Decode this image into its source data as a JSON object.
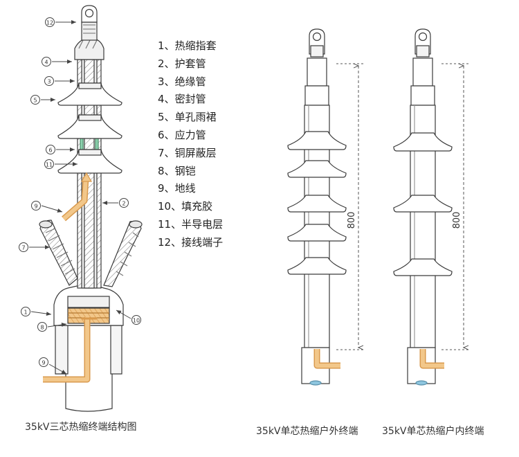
{
  "callout_numbers": [
    "12",
    "4",
    "3",
    "5",
    "6",
    "11",
    "9",
    "2",
    "7",
    "1",
    "8",
    "10",
    "9"
  ],
  "legend": [
    {
      "num": "1",
      "sep": "、",
      "label": "热缩指套"
    },
    {
      "num": "2",
      "sep": "、",
      "label": "护套管"
    },
    {
      "num": "3",
      "sep": "、",
      "label": "绝缘管"
    },
    {
      "num": "4",
      "sep": "、",
      "label": "密封管"
    },
    {
      "num": "5",
      "sep": "、",
      "label": "单孔雨裙"
    },
    {
      "num": "6",
      "sep": "、",
      "label": "应力管"
    },
    {
      "num": "7",
      "sep": "、",
      "label": "铜屏蔽层"
    },
    {
      "num": "8",
      "sep": "、",
      "label": "钢铠"
    },
    {
      "num": "9",
      "sep": "、",
      "label": "地线"
    },
    {
      "num": "10",
      "sep": "、",
      "label": "填充胶"
    },
    {
      "num": "11",
      "sep": "、",
      "label": "半导电层"
    },
    {
      "num": "12",
      "sep": "、",
      "label": "接线端子"
    }
  ],
  "dimensions": {
    "outdoor": "800",
    "indoor": "800"
  },
  "captions": {
    "three_core": "35kV三芯热缩终端结构图",
    "outdoor": "35kV单芯热缩户外终端",
    "indoor": "35kV单芯热缩户内终端"
  },
  "colors": {
    "line": "#3a3a3a",
    "fill": "#ffffff",
    "inner_gray": "#dddddd",
    "copper": "#f2c78a",
    "copper_dark": "#d99a4e",
    "stress_green": "#8fd3b0",
    "cable_end_blue": "#8ec6df"
  }
}
